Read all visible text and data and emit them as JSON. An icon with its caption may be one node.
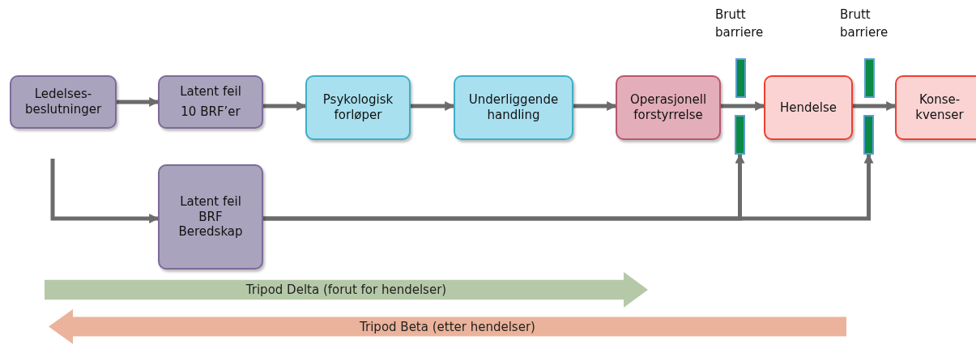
{
  "diagram": {
    "nodes": [
      {
        "text": [
          "Ledelses-beslutninger"
        ]
      },
      {
        "text": [
          "Latent feil",
          "10 BRF’er"
        ]
      },
      {
        "text": [
          "Psykologisk forløper"
        ]
      },
      {
        "text": [
          "Underliggende handling"
        ]
      },
      {
        "text": [
          "Operasjonell forstyrrelse"
        ]
      },
      {
        "text": [
          "Hendelse"
        ]
      },
      {
        "text": [
          "Konse-kvenser"
        ]
      },
      {
        "text": [
          "Latent feil BRF Beredskap"
        ]
      },
      {
        "text": [
          "Brutt barriere"
        ]
      },
      {
        "text": [],
        "shape": "bar"
      },
      {
        "text": [
          "Brutt barriere"
        ]
      },
      {
        "text": [],
        "shape": "bar"
      },
      {
        "text": [
          "Tripod Delta (forut for hendelser)"
        ]
      },
      {
        "text": [
          "Tripod Beta (etter hendelser)"
        ]
      }
    ],
    "edges": [
      {
        "from": 0,
        "to": 1,
        "arrow": "to"
      },
      {
        "from": 1,
        "to": 2,
        "arrow": "to"
      },
      {
        "from": 2,
        "to": 3,
        "arrow": "to"
      },
      {
        "from": 3,
        "to": 4,
        "arrow": "to"
      },
      {
        "from": 4,
        "to": 5,
        "arrow": "to"
      },
      {
        "from": 5,
        "to": 6,
        "arrow": "to"
      },
      {
        "from": 0,
        "to": 7,
        "arrow": "to"
      },
      {
        "from": 7,
        "to": 9,
        "arrow": "to"
      },
      {
        "from": 7,
        "to": 11,
        "arrow": "to"
      }
    ]
  }
}
